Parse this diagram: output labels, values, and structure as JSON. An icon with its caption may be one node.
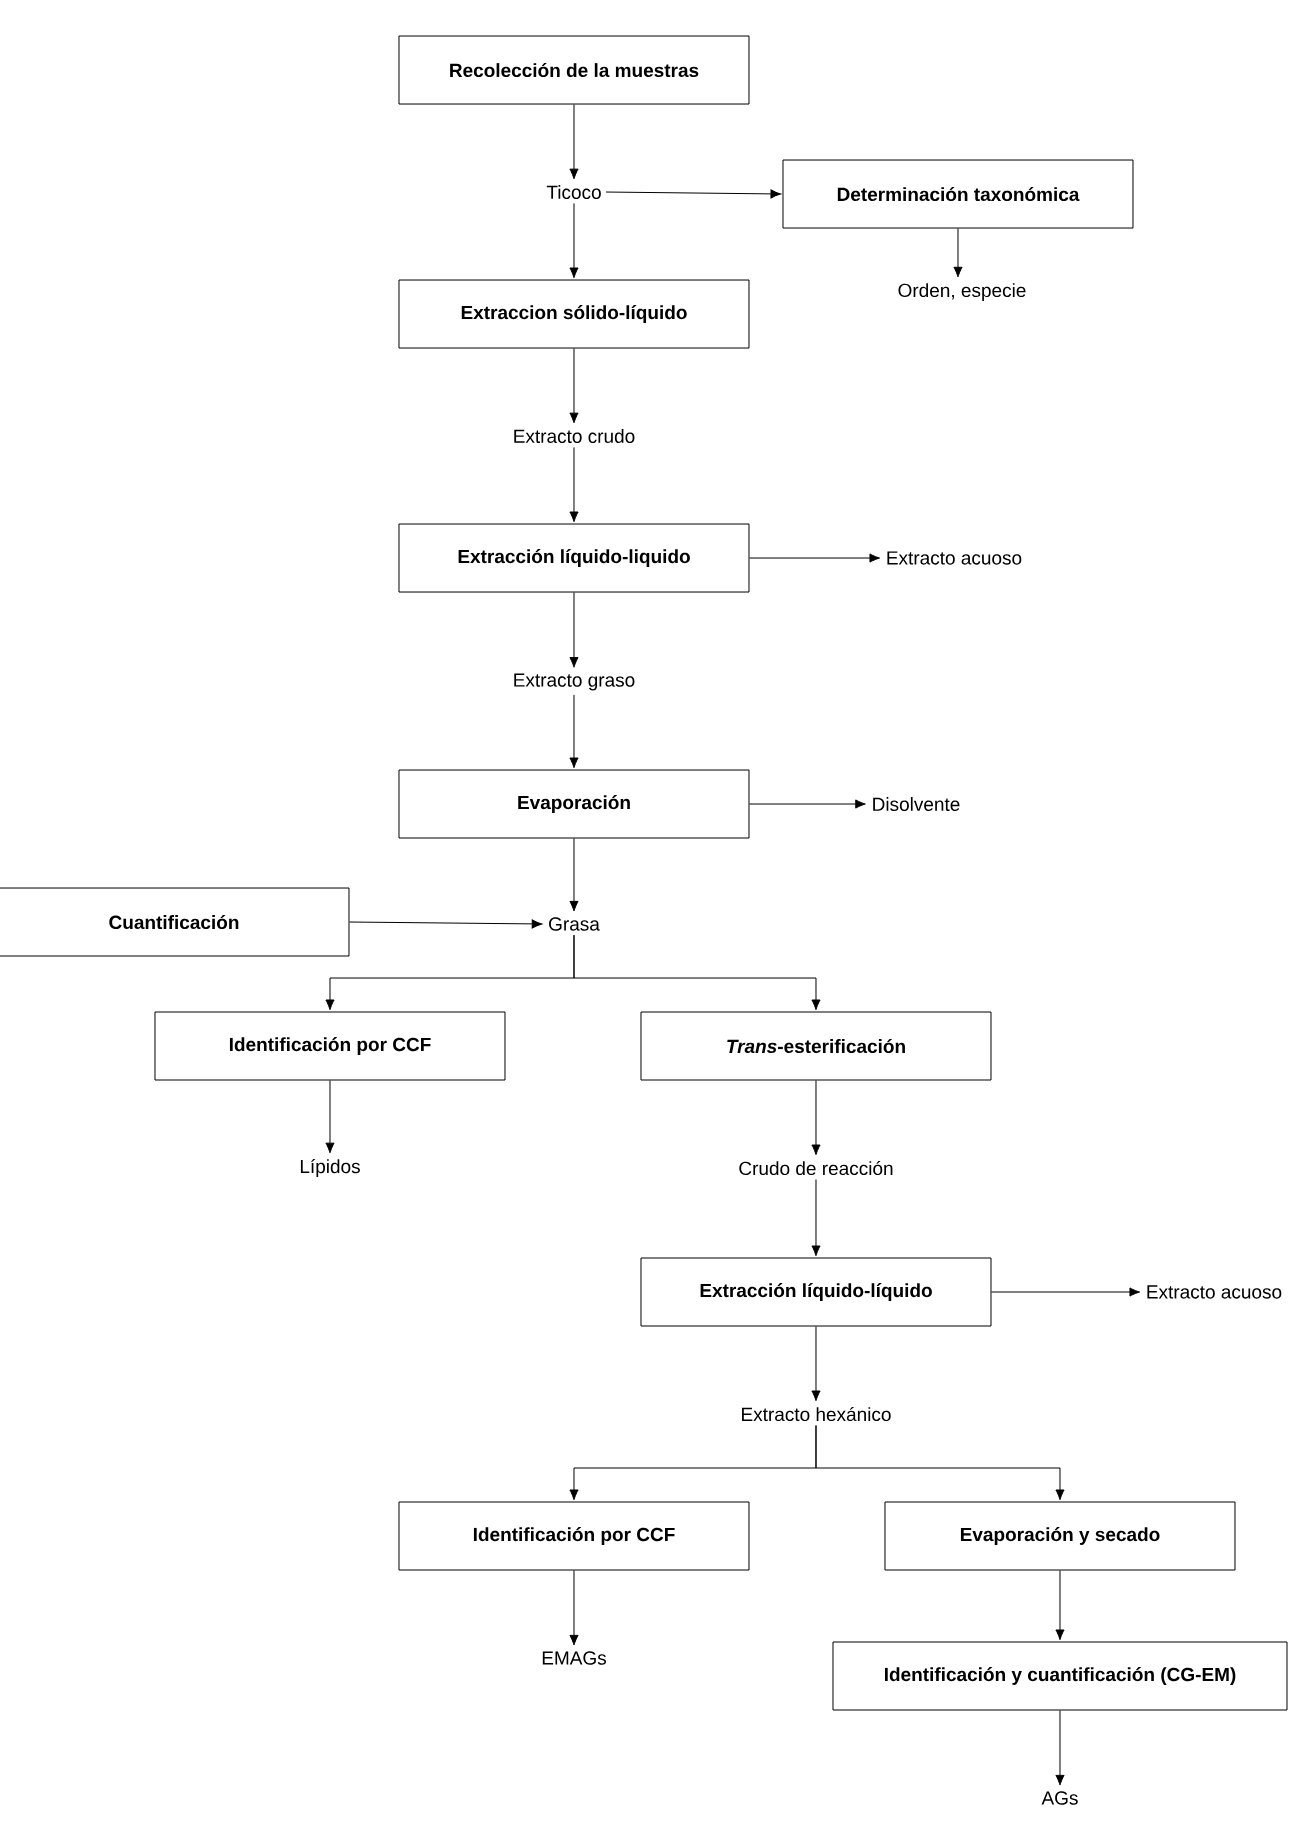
{
  "diagram": {
    "nodes": [
      {
        "text": [
          "Recolección de la muestras"
        ]
      },
      {
        "text": [
          "Ticoco"
        ]
      },
      {
        "text": [
          "Determinación taxonómica"
        ]
      },
      {
        "text": [
          "Orden, especie"
        ]
      },
      {
        "text": [
          "Extraccion sólido-líquido"
        ]
      },
      {
        "text": [
          "Extracto crudo"
        ]
      },
      {
        "text": [
          "Extracción líquido-liquido"
        ]
      },
      {
        "text": [
          "Extracto acuoso"
        ]
      },
      {
        "text": [
          "Extracto graso"
        ]
      },
      {
        "text": [
          "Evaporación"
        ]
      },
      {
        "text": [
          "Disolvente"
        ]
      },
      {
        "text": [
          "Cuantificación"
        ]
      },
      {
        "text": [
          "Grasa"
        ]
      },
      {
        "text": [
          "Identificación por CCF"
        ]
      },
      {
        "text": [
          "*Trans*-esterificación"
        ]
      },
      {
        "text": [
          "Lípidos"
        ]
      },
      {
        "text": [
          "Crudo de reacción"
        ]
      },
      {
        "text": [
          "Extracción líquido-líquido"
        ]
      },
      {
        "text": [
          "Extracto acuoso"
        ]
      },
      {
        "text": [
          "Extracto hexánico"
        ]
      },
      {
        "text": [
          "Identificación por CCF"
        ]
      },
      {
        "text": [
          "Evaporación y secado"
        ]
      },
      {
        "text": [
          "EMAGs"
        ]
      },
      {
        "text": [
          "Identificación y cuantificación (CG-EM)"
        ]
      },
      {
        "text": [
          "AGs"
        ]
      }
    ],
    "edges": [
      {
        "from": 0,
        "to": 1,
        "arrow": "to"
      },
      {
        "from": 1,
        "to": 2,
        "arrow": "to"
      },
      {
        "from": 2,
        "to": 3,
        "arrow": "to"
      },
      {
        "from": 1,
        "to": 4,
        "arrow": "to"
      },
      {
        "from": 4,
        "to": 5,
        "arrow": "to"
      },
      {
        "from": 5,
        "to": 6,
        "arrow": "to"
      },
      {
        "from": 6,
        "to": 7,
        "arrow": "to"
      },
      {
        "from": 6,
        "to": 8,
        "arrow": "to"
      },
      {
        "from": 8,
        "to": 9,
        "arrow": "to"
      },
      {
        "from": 9,
        "to": 10,
        "arrow": "to"
      },
      {
        "from": 11,
        "to": 12,
        "arrow": "to"
      },
      {
        "from": 9,
        "to": 12,
        "arrow": "to"
      },
      {
        "from": 12,
        "to": 13,
        "arrow": "to"
      },
      {
        "from": 12,
        "to": 14,
        "arrow": "to"
      },
      {
        "from": 13,
        "to": 15,
        "arrow": "to"
      },
      {
        "from": 14,
        "to": 16,
        "arrow": "to"
      },
      {
        "from": 16,
        "to": 17,
        "arrow": "to"
      },
      {
        "from": 17,
        "to": 18,
        "arrow": "to"
      },
      {
        "from": 17,
        "to": 19,
        "arrow": "to"
      },
      {
        "from": 19,
        "to": 20,
        "arrow": "to"
      },
      {
        "from": 19,
        "to": 21,
        "arrow": "to"
      },
      {
        "from": 20,
        "to": 22,
        "arrow": "to"
      },
      {
        "from": 21,
        "to": 23,
        "arrow": "to"
      },
      {
        "from": 23,
        "to": 24,
        "arrow": "to"
      }
    ]
  }
}
